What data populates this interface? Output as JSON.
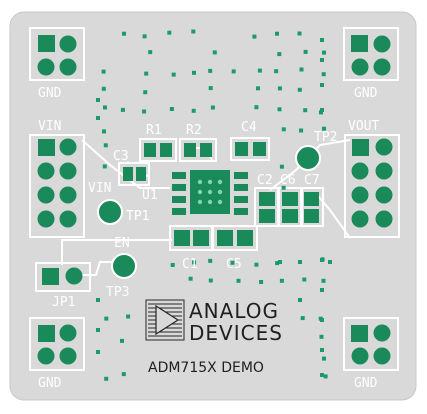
{
  "colors": {
    "background": "#ffffff",
    "board": "#d9d9d9",
    "pad": "#1a8a5a",
    "via": "#1b9b68",
    "silkscreen": "#ffffff",
    "logo": "#262626",
    "border": "#c8c8c8"
  },
  "labels": {
    "gnd_top_left": "GND",
    "gnd_top_right": "GND",
    "gnd_bottom_left": "GND",
    "gnd_bottom_right": "GND",
    "vin_header": "VIN",
    "vout_header": "VOUT",
    "r1": "R1",
    "r2": "R2",
    "c4": "C4",
    "c3": "C3",
    "u1": "U1",
    "vin_tp": "VIN",
    "tp1": "TP1",
    "tp2": "TP2",
    "c2": "C2",
    "c6": "C6",
    "c7": "C7",
    "en": "EN",
    "c1": "C1",
    "c5": "C5",
    "tp3": "TP3",
    "jp1": "JP1"
  },
  "logo": {
    "line1": "ANALOG",
    "line2": "DEVICES",
    "icon": "analog-devices-triangle-logo"
  },
  "board_title": "ADM715X DEMO"
}
